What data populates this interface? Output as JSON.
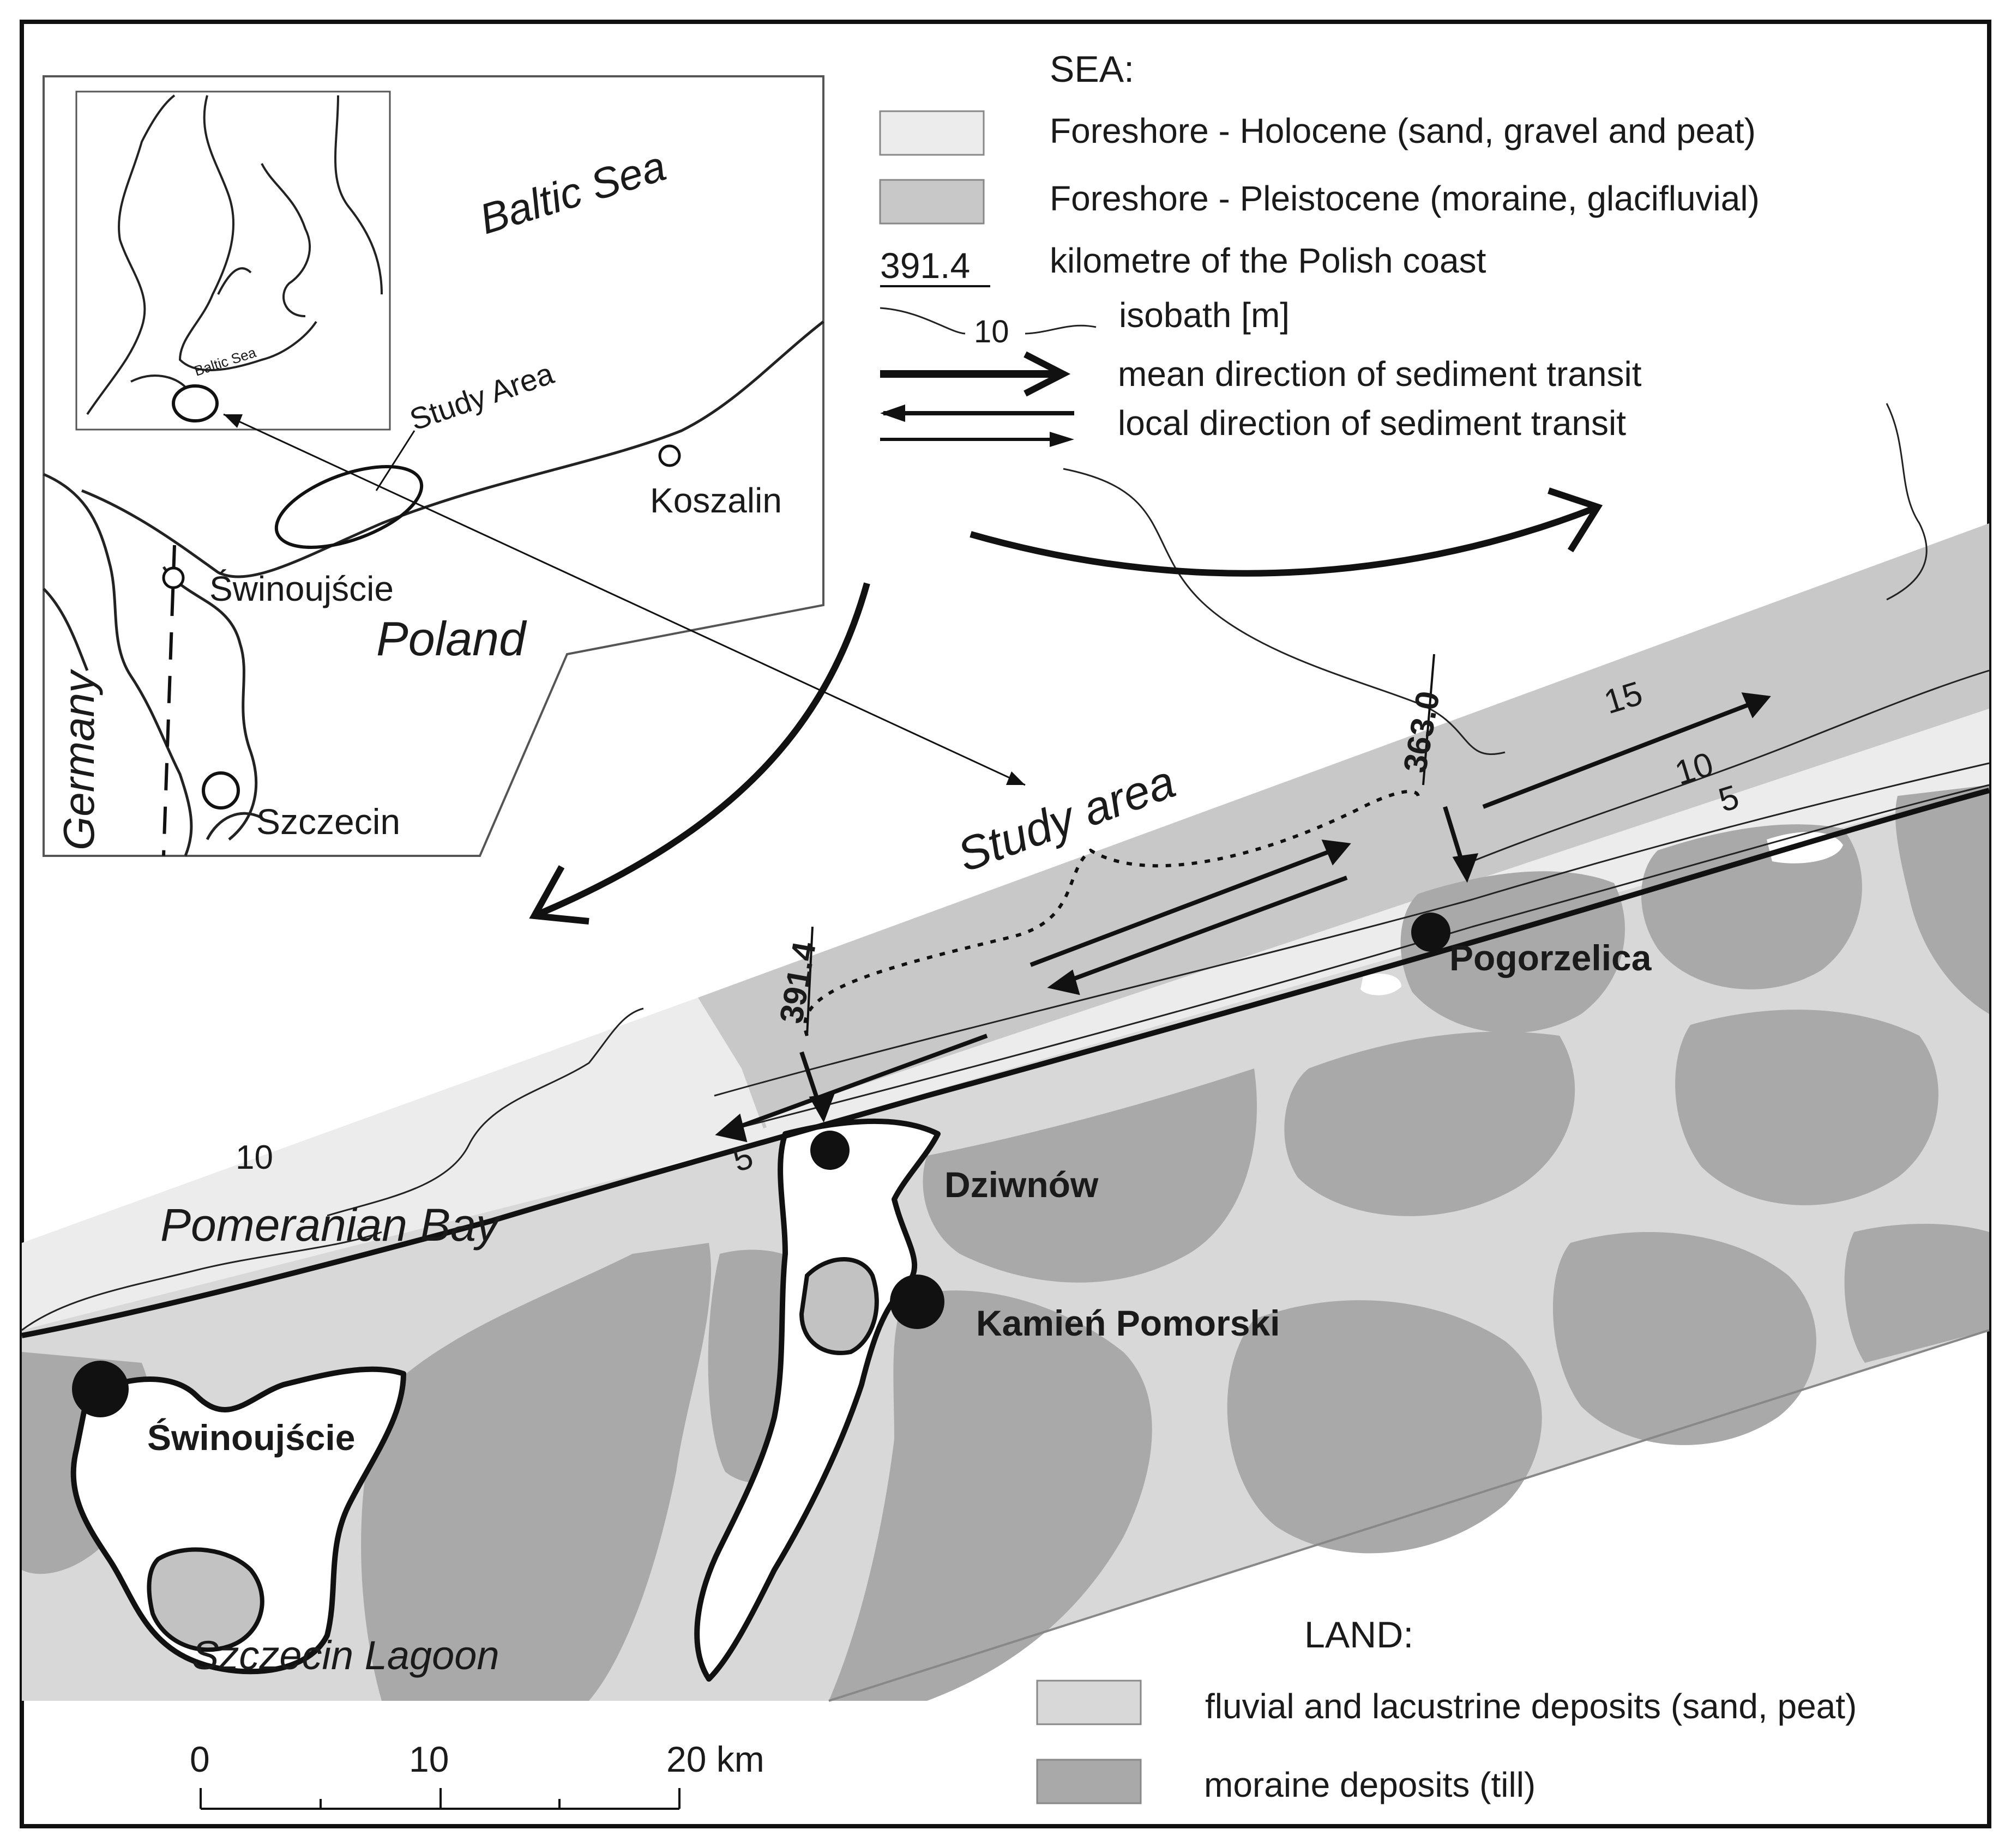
{
  "colors": {
    "holocene": "#ececec",
    "pleistocene": "#c8c8c8",
    "fluvial": "#d8d8d8",
    "moraine": "#a9a9a9",
    "ink": "#111111"
  },
  "legend_sea": {
    "title": "SEA:",
    "holocene": "Foreshore - Holocene (sand, gravel and peat)",
    "pleistocene": "Foreshore - Pleistocene (moraine, glacifluvial)",
    "km_sample": "391.4",
    "km_text": "kilometre of the Polish coast",
    "isobath_sample": "10",
    "isobath_text": "isobath [m]",
    "mean_text": "mean direction of sediment transit",
    "local_text": "local direction of sediment transit"
  },
  "legend_land": {
    "title": "LAND:",
    "fluvial": "fluvial and lacustrine deposits (sand, peat)",
    "moraine": "moraine deposits (till)"
  },
  "inset": {
    "baltic_sea": "Baltic Sea",
    "mini_baltic": "Baltic Sea",
    "study_area": "Study Area",
    "koszalin": "Koszalin",
    "swinoujscie": "Świnoujście",
    "poland": "Poland",
    "germany": "Germany",
    "szczecin": "Szczecin"
  },
  "map": {
    "study_area": "Study area",
    "pomeranian_bay": "Pomeranian Bay",
    "szczecin_lagoon": "Szczecin Lagoon",
    "km_363": "363.0",
    "km_391": "391.4",
    "isobath_15": "15",
    "isobath_10_east": "10",
    "isobath_5_east": "5",
    "isobath_5_west": "5",
    "isobath_10_west": "10"
  },
  "towns": {
    "pogorzelica": "Pogorzelica",
    "dziwnow": "Dziwnów",
    "kamien": "Kamień Pomorski",
    "swinoujscie": "Świnoujście"
  },
  "scalebar": {
    "t0": "0",
    "t10": "10",
    "t20": "20 km"
  }
}
